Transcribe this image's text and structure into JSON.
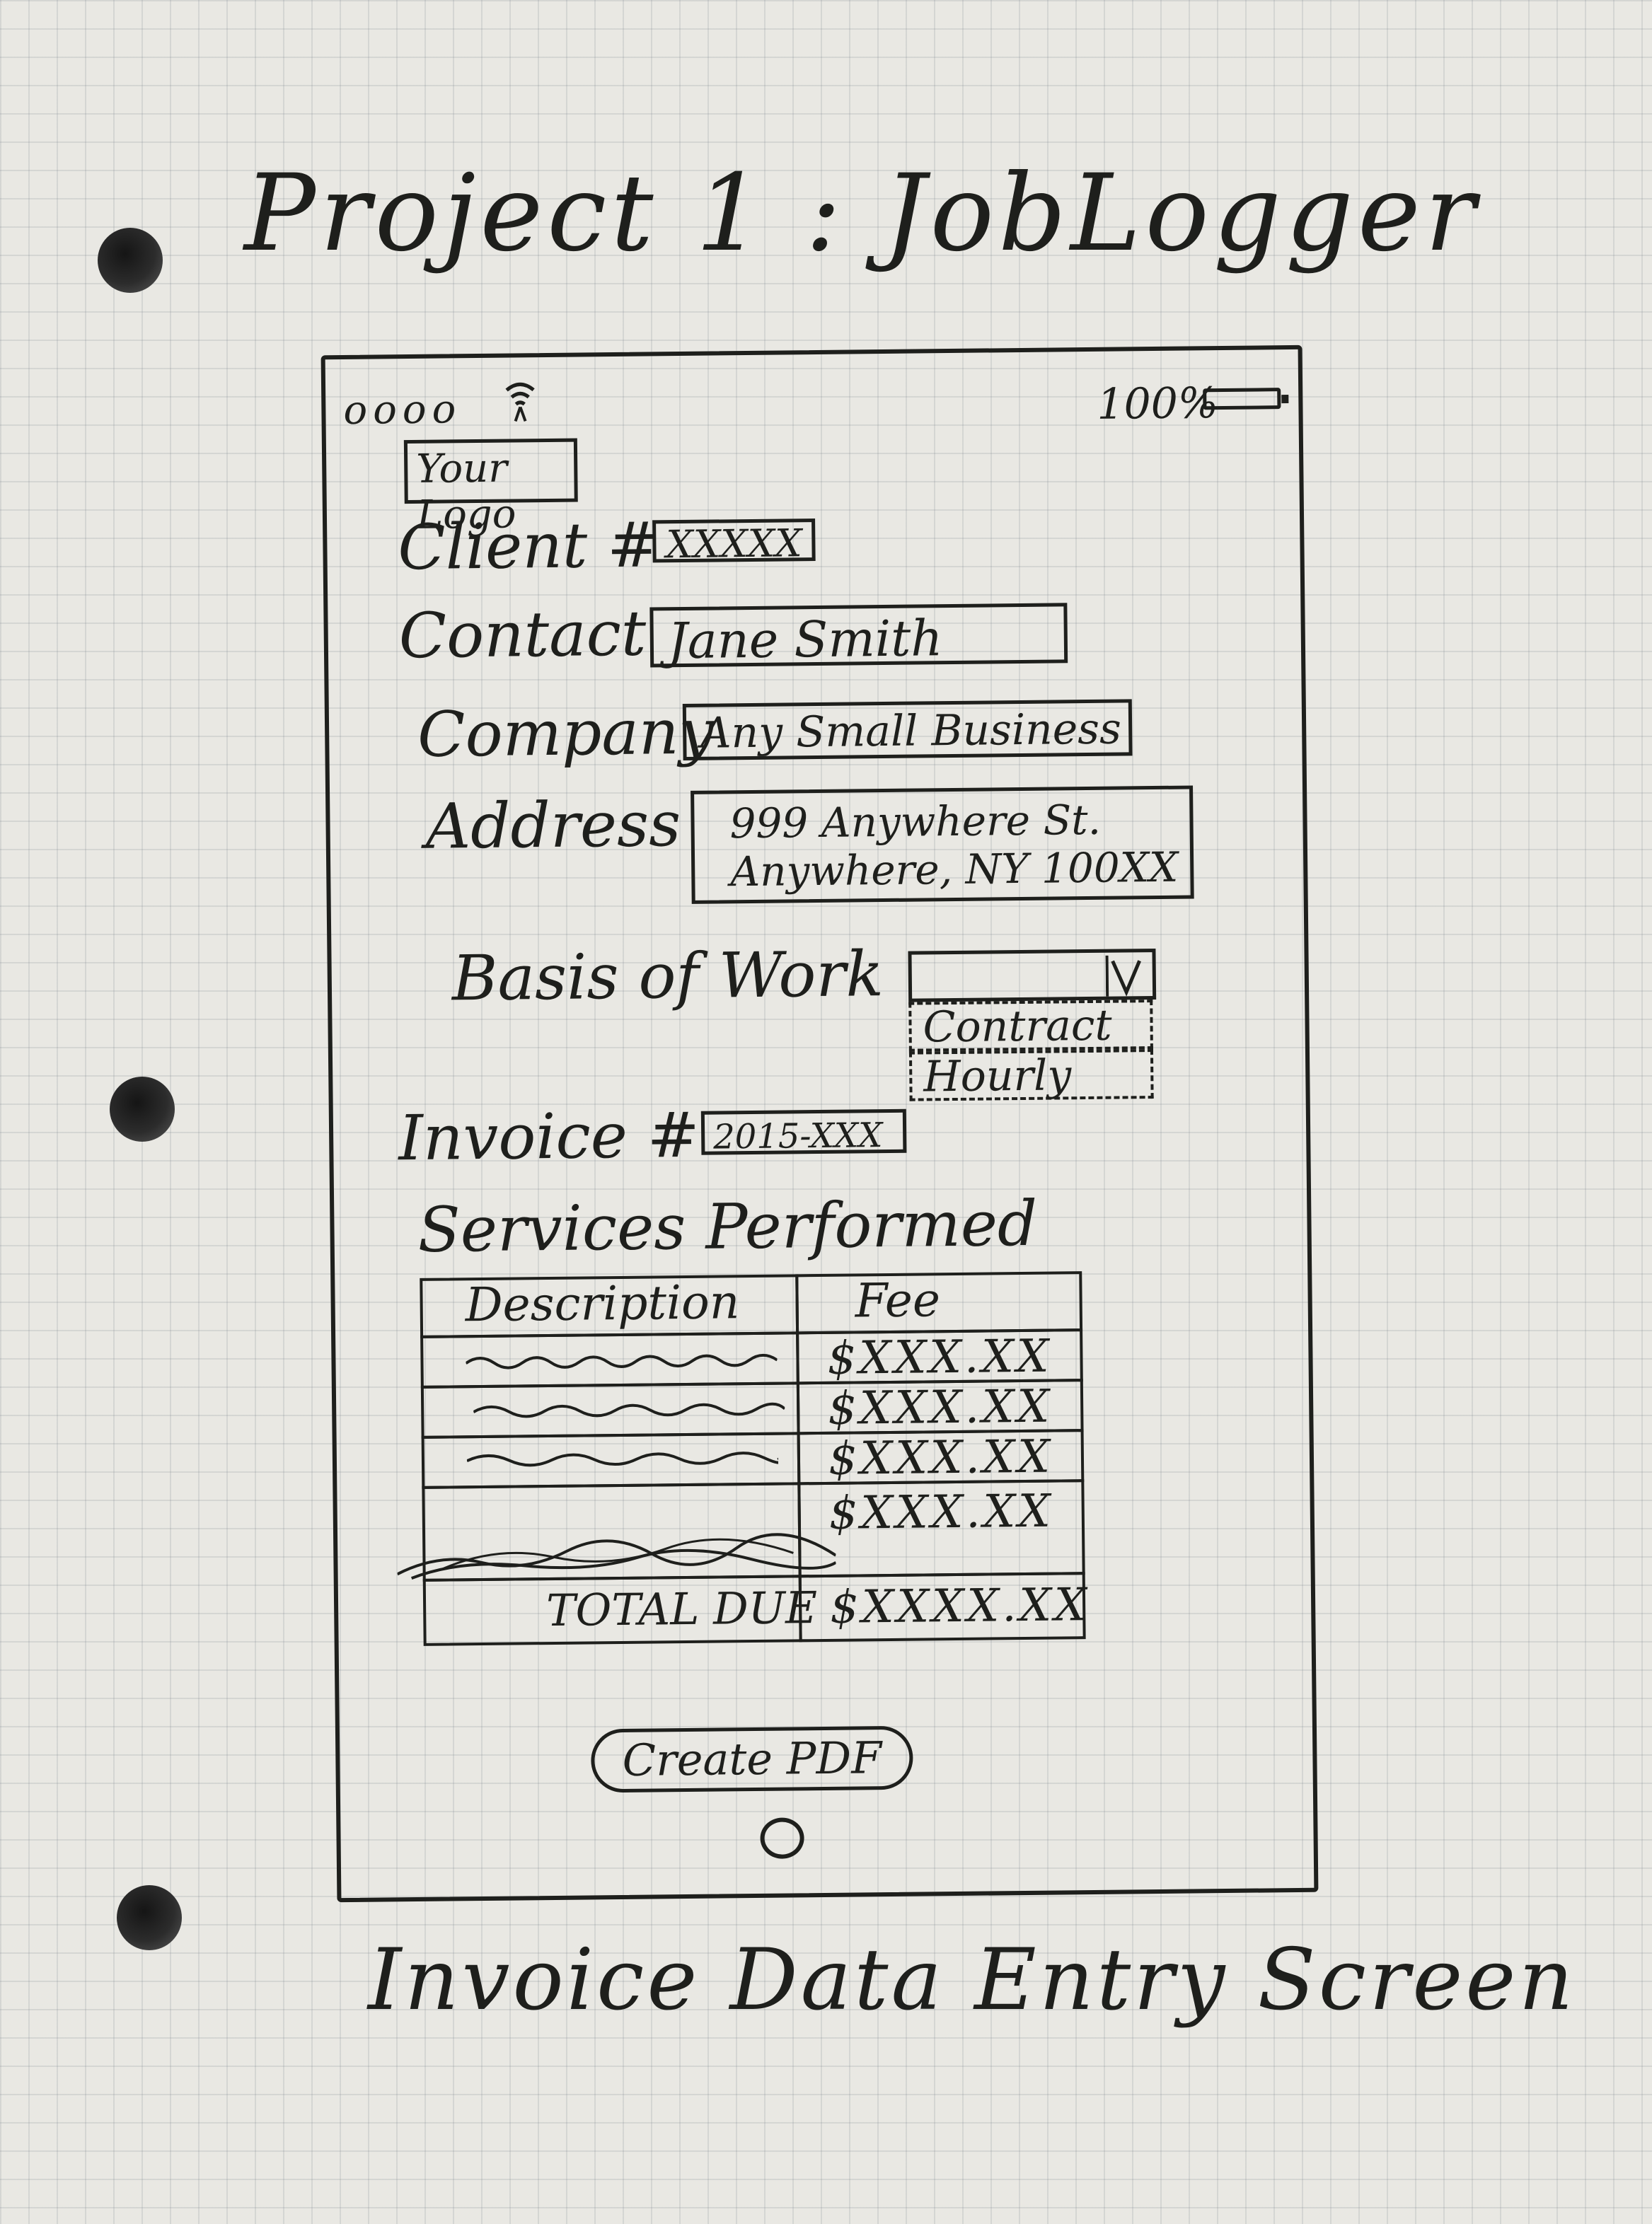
{
  "sheet": {
    "title": "Project 1 : JobLogger",
    "caption": "Invoice Data Entry Screen"
  },
  "status_bar": {
    "carrier": "oooo",
    "battery_percent": "100%",
    "icons": [
      "wifi-icon",
      "battery-icon"
    ]
  },
  "logo": {
    "label": "Your Logo"
  },
  "form": {
    "client": {
      "label": "Client #",
      "value": "XXXXX"
    },
    "contact": {
      "label": "Contact",
      "value": "Jane Smith"
    },
    "company": {
      "label": "Company",
      "value": "Any Small Business"
    },
    "address": {
      "label": "Address",
      "line1": "999 Anywhere St.",
      "line2": "Anywhere, NY 100XX"
    },
    "basis": {
      "label": "Basis of Work",
      "options": [
        "Contract",
        "Hourly"
      ],
      "selected": ""
    },
    "invoice": {
      "label": "Invoice #",
      "value": "2015-XXX"
    }
  },
  "services": {
    "heading": "Services Performed",
    "columns": [
      "Description",
      "Fee"
    ],
    "rows": [
      {
        "fee": "$XXX.XX"
      },
      {
        "fee": "$XXX.XX"
      },
      {
        "fee": "$XXX.XX"
      },
      {
        "fee": "$XXX.XX"
      }
    ],
    "total_label": "TOTAL DUE",
    "total_value": "$XXXX.XX"
  },
  "actions": {
    "create_pdf_label": "Create PDF"
  }
}
